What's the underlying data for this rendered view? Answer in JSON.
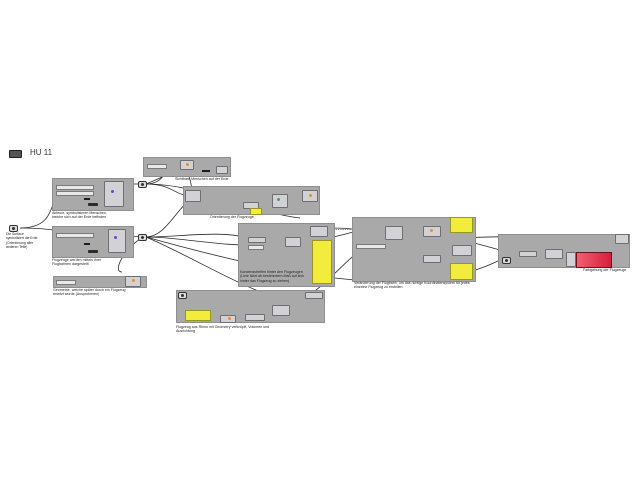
{
  "canvas": {
    "title": "HU 11",
    "background": "#ffffff",
    "group_color": "#a9a9a9",
    "panel_color": "#f2ec3c",
    "wire_color": "#2a2a2a"
  },
  "groups": [
    {
      "id": "g1",
      "caption": "Akteure, symbolisieren Menschen, welche sich auf der Erde befinden"
    },
    {
      "id": "g2",
      "caption": "Sichtbare Menschen auf der Erde"
    },
    {
      "id": "g3",
      "caption": "Orientierung der Flugzeuge"
    },
    {
      "id": "g4",
      "caption": "Flugzeuge werden mittels ihrer Flugbahnen dargestellt"
    },
    {
      "id": "g5",
      "caption": "Kondensstreifen hinter den Flugzeugen (Linie fährt ab bestimmtem Maß auf sich hinter das Flugzeug zu ziehen)"
    },
    {
      "id": "g6",
      "caption": "Geometrie, welche später durch ein Flugzeug ersetzt wurde (Ausprobieren)"
    },
    {
      "id": "g7",
      "caption": "Flugzeug aus Rhino mit Geometry verknüpft, Volumen und Ausrichtung"
    },
    {
      "id": "g8",
      "caption": "Veränderung der Flugbahn, um das richtige Koordinatensystem für jedes einzelne Flugzeug zu erstellen"
    },
    {
      "id": "g9",
      "caption": "Farbgebung der Flugzeuge"
    }
  ],
  "notes": {
    "surface": "Die Surface symbolisiert die Erde (Orientierung aller anderen Teile)"
  },
  "colors": {
    "gradient_start": "#d81e3c",
    "gradient_end": "#f06070",
    "accent_orange": "#f28c1e",
    "accent_purple": "#7a3fd0",
    "accent_green": "#3aa55a"
  }
}
